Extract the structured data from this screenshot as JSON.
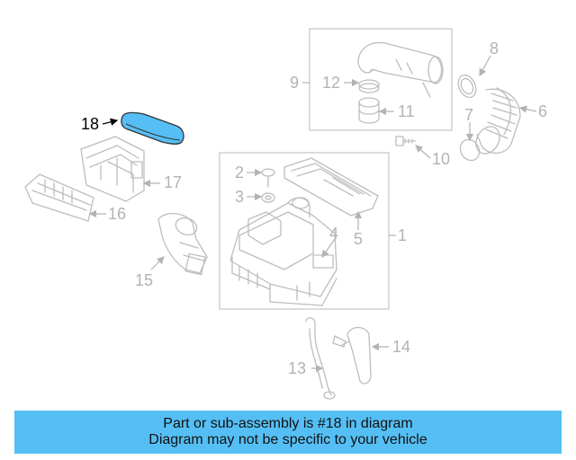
{
  "diagram": {
    "callouts": [
      "1",
      "2",
      "3",
      "4",
      "5",
      "6",
      "7",
      "8",
      "9",
      "10",
      "11",
      "12",
      "13",
      "14",
      "15",
      "16",
      "17",
      "18"
    ],
    "highlighted_part": "18"
  },
  "colors": {
    "highlight_fill": "#55bff5",
    "banner_bg": "#55bff5",
    "line_gray": "#bdbdbd",
    "text_gray": "#b3b3b3"
  },
  "banner": {
    "line1": "Part or sub-assembly is #18 in diagram",
    "line2": "Diagram may not be specific to your vehicle"
  }
}
